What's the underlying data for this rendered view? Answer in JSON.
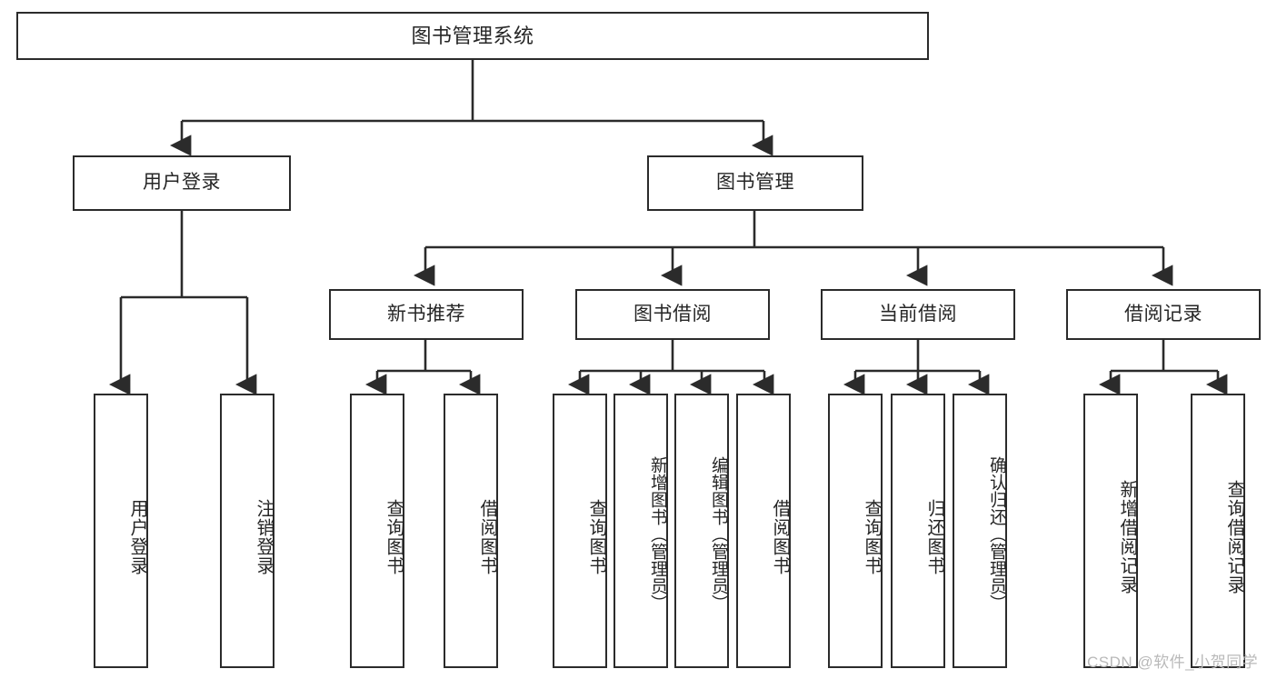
{
  "diagram": {
    "title": "图书管理系统",
    "type": "tree-structure-chart",
    "root": {
      "label": "图书管理系统"
    },
    "level2": [
      {
        "label": "用户登录"
      },
      {
        "label": "图书管理"
      }
    ],
    "level3": [
      {
        "label": "新书推荐"
      },
      {
        "label": "图书借阅"
      },
      {
        "label": "当前借阅"
      },
      {
        "label": "借阅记录"
      }
    ],
    "leaves": {
      "user_login": [
        {
          "label": "用户登录"
        },
        {
          "label": "注销登录"
        }
      ],
      "new_book_recommend": [
        {
          "label": "查询图书"
        },
        {
          "label": "借阅图书"
        }
      ],
      "book_borrow": [
        {
          "label": "查询图书"
        },
        {
          "label": "新增图书（管理员）"
        },
        {
          "label": "编辑图书（管理员）"
        },
        {
          "label": "借阅图书"
        }
      ],
      "current_borrow": [
        {
          "label": "查询图书"
        },
        {
          "label": "归还图书"
        },
        {
          "label": "确认归还（管理员）"
        }
      ],
      "borrow_records": [
        {
          "label": "新增借阅记录"
        },
        {
          "label": "查询借阅记录"
        }
      ]
    }
  },
  "watermark": {
    "text": "CSDN @软件_小贺同学"
  },
  "colors": {
    "stroke": "#2b2b2b",
    "text": "#262626",
    "background": "#ffffff",
    "watermark": "#b9b9b9"
  }
}
